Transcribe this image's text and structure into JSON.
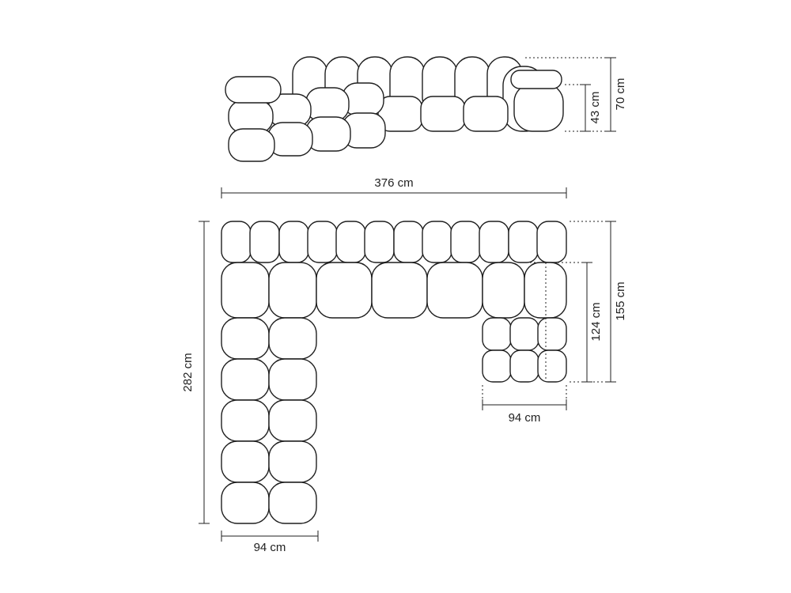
{
  "diagram": {
    "labels": {
      "height_total": "70 cm",
      "height_seat": "43 cm",
      "width_total": "376 cm",
      "depth_left_total": "282 cm",
      "depth_right_total": "155 cm",
      "depth_right_inner": "124 cm",
      "width_right_section": "94 cm",
      "width_left_section": "94 cm"
    },
    "colors": {
      "line": "#1f1f1f",
      "background": "#ffffff"
    }
  }
}
